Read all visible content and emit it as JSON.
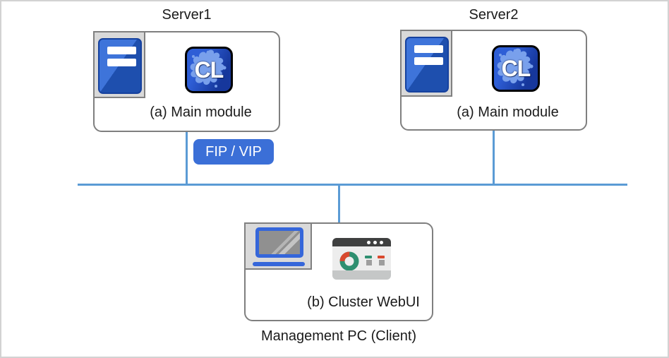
{
  "nodes": {
    "server1": {
      "title": "Server1",
      "label": "(a) Main module",
      "badge": "CL"
    },
    "server2": {
      "title": "Server2",
      "label": "(a) Main module",
      "badge": "CL"
    },
    "management": {
      "label": "(b) Cluster WebUI",
      "caption": "Management PC (Client)"
    }
  },
  "network": {
    "fip_vip_label": "FIP / VIP"
  },
  "icons": {
    "server": "server-tower-icon",
    "cluster_app": "cl-app-icon",
    "laptop": "laptop-icon",
    "webui": "webui-browser-icon"
  },
  "colors": {
    "line_blue": "#5b9bd5",
    "box_border": "#7f7f7f",
    "icon_tile_bg": "#d9d9d9",
    "icon_tile_border": "#808080",
    "fip_bg": "#3b6fd7",
    "tower_light": "#3e74da",
    "tower_dark": "#1e4fae",
    "tower_outline": "#16419e",
    "cl_light": "#2e5ed6",
    "cl_dark": "#16379c",
    "cl_splash": "#79a0ec",
    "laptop_blue": "#3566da",
    "laptop_screen": "#909090",
    "browser_header": "#3f4040",
    "browser_body": "#ededed",
    "browser_footer": "#c5c7c7",
    "chart_green": "#2e8f70",
    "chart_red": "#d9492e",
    "chart_gray": "#9e9e9e",
    "text": "#1a1a1a",
    "canvas_border": "#d2d2d2"
  }
}
